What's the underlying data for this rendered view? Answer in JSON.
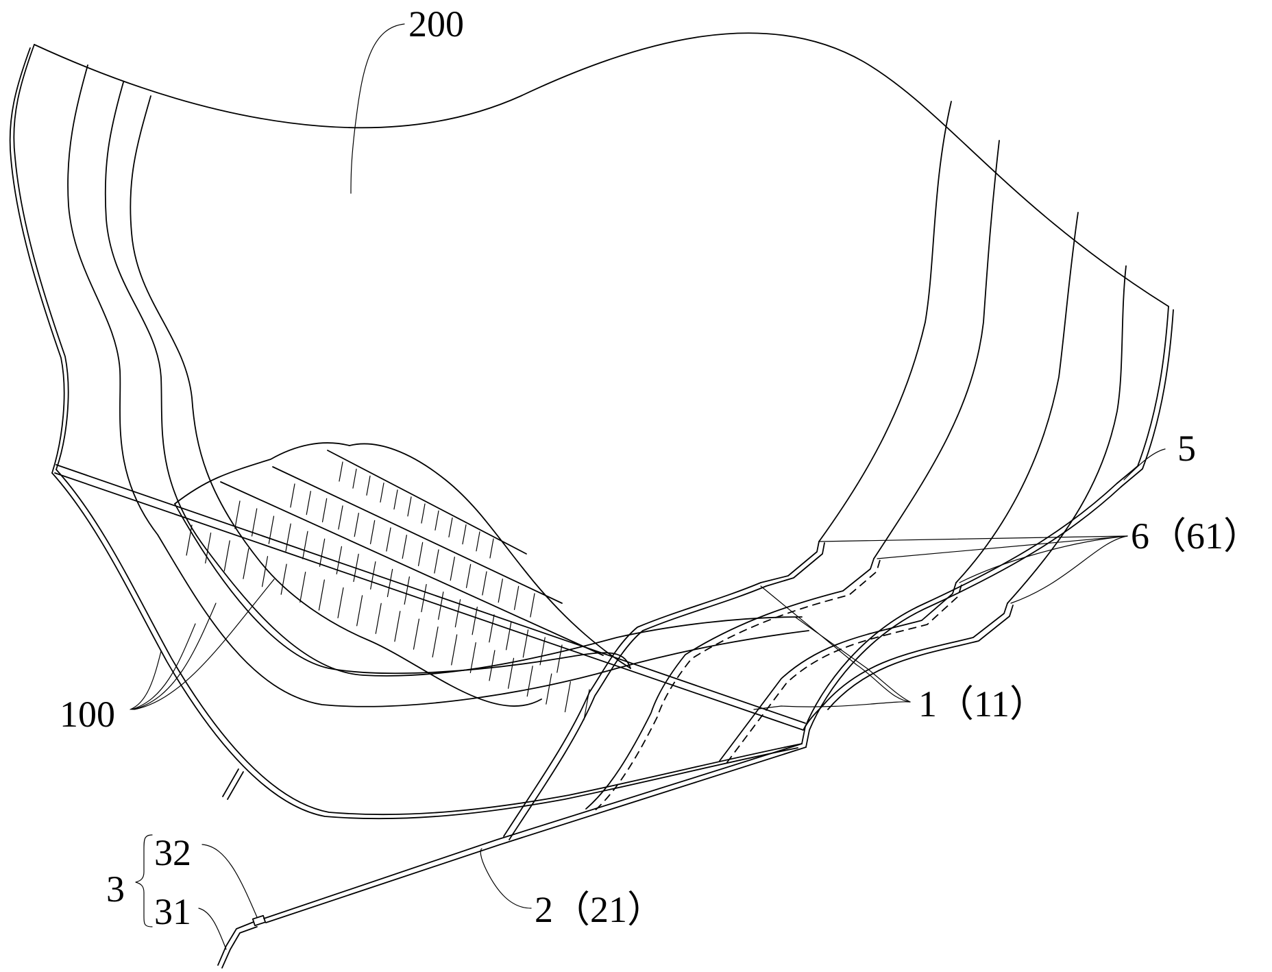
{
  "labels": {
    "area_200": "200",
    "area_100": "100",
    "item_5": "5",
    "item_6": "6（61）",
    "item_1": "1（11）",
    "item_2": "2（21）",
    "item_3": "3",
    "item_32": "32",
    "item_31": "31"
  }
}
